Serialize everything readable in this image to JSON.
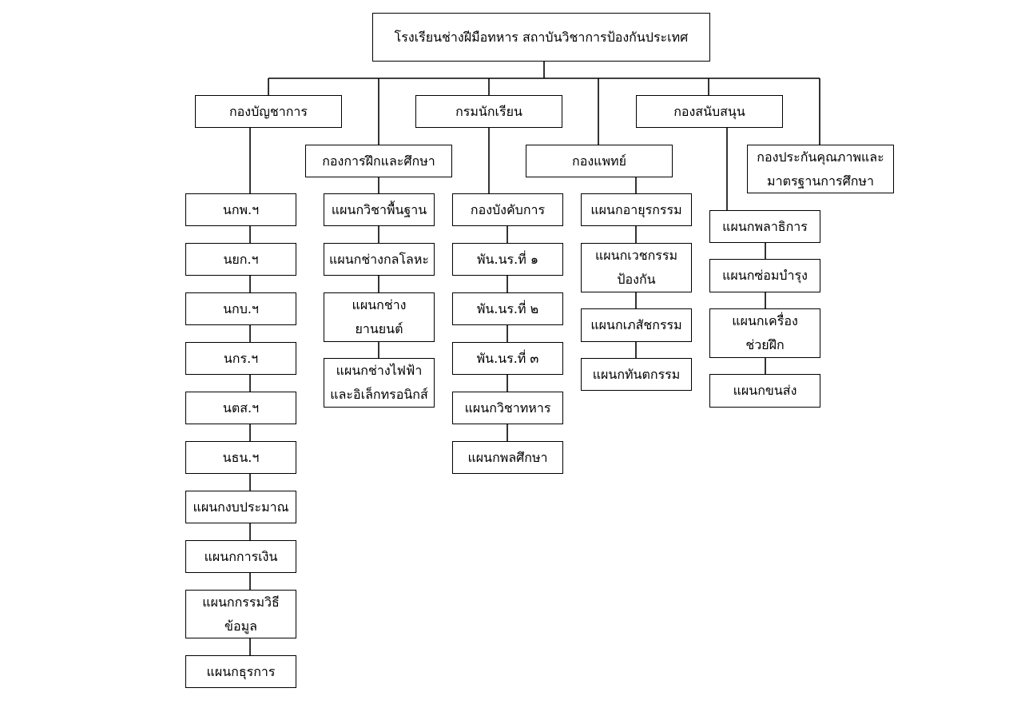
{
  "root": "โรงเรียนช่างฝีมือทหาร   สถาบันวิชาการป้องกันประเทศ",
  "divisions": {
    "d1": "กองบัญชาการ",
    "d2": "กองการฝึกและศึกษา",
    "d3": "กรมนักเรียน",
    "d4": "กองแพทย์",
    "d5": "กองสนับสนุน",
    "d6": "กองประกันคุณภาพและ\nมาตรฐานการศึกษา"
  },
  "d1_items": [
    "นกพ.ฯ",
    "นยก.ฯ",
    "นกบ.ฯ",
    "นกร.ฯ",
    "นตส.ฯ",
    "นธน.ฯ",
    "แผนกงบประมาณ",
    "แผนกการเงิน",
    "แผนกกรรมวิธี\nข้อมูล",
    "แผนกธุรการ"
  ],
  "d2_items": [
    "แผนกวิชาพื้นฐาน",
    "แผนกช่างกลโลหะ",
    "แผนกช่าง\nยานยนต์",
    "แผนกช่างไฟฟ้า\nและอิเล็กทรอนิกส์"
  ],
  "d3_items": [
    "กองบังคับการ",
    "พัน.นร.ที่ ๑",
    "พัน.นร.ที่ ๒",
    "พัน.นร.ที่ ๓",
    "แผนกวิชาทหาร",
    "แผนกพลศึกษา"
  ],
  "d4_items": [
    "แผนกอายุรกรรม",
    "แผนกเวชกรรม\nป้องกัน",
    "แผนกเภสัชกรรม",
    "แผนกทันตกรรม"
  ],
  "d5_items": [
    "แผนกพลาธิการ",
    "แผนกซ่อมบำรุง",
    "แผนกเครื่อง\nช่วยฝึก",
    "แผนกขนส่ง"
  ]
}
